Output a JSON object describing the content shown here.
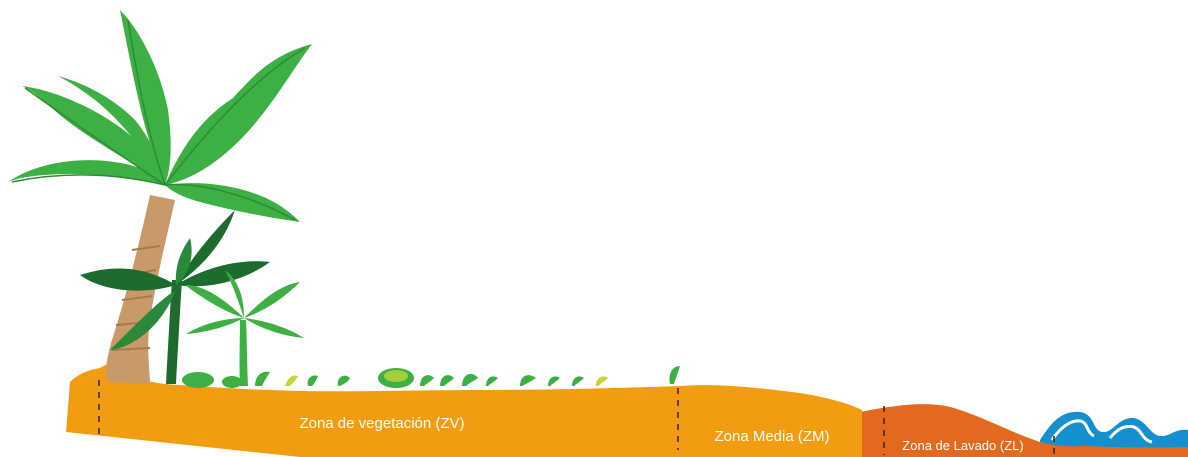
{
  "zones": [
    {
      "id": "zv",
      "label": "Zona de vegetación (ZV)",
      "color": "#f29c12"
    },
    {
      "id": "zm",
      "label": "Zona Media (ZM)",
      "color": "#f29c12"
    },
    {
      "id": "zl",
      "label": "Zona de Lavado (ZL)",
      "color": "#e2691e"
    }
  ],
  "colors": {
    "sand": "#f29c12",
    "sand_dark": "#e2691e",
    "water": "#1590cf",
    "foliage_light": "#3cb043",
    "foliage_dark": "#1e6b2e",
    "trunk": "#c89a6a",
    "divider": "#3a2a1a"
  },
  "icons": [
    "palm-tree-icon",
    "banana-plant-icon",
    "small-palm-icon",
    "shrub-icon",
    "wave-icon"
  ]
}
